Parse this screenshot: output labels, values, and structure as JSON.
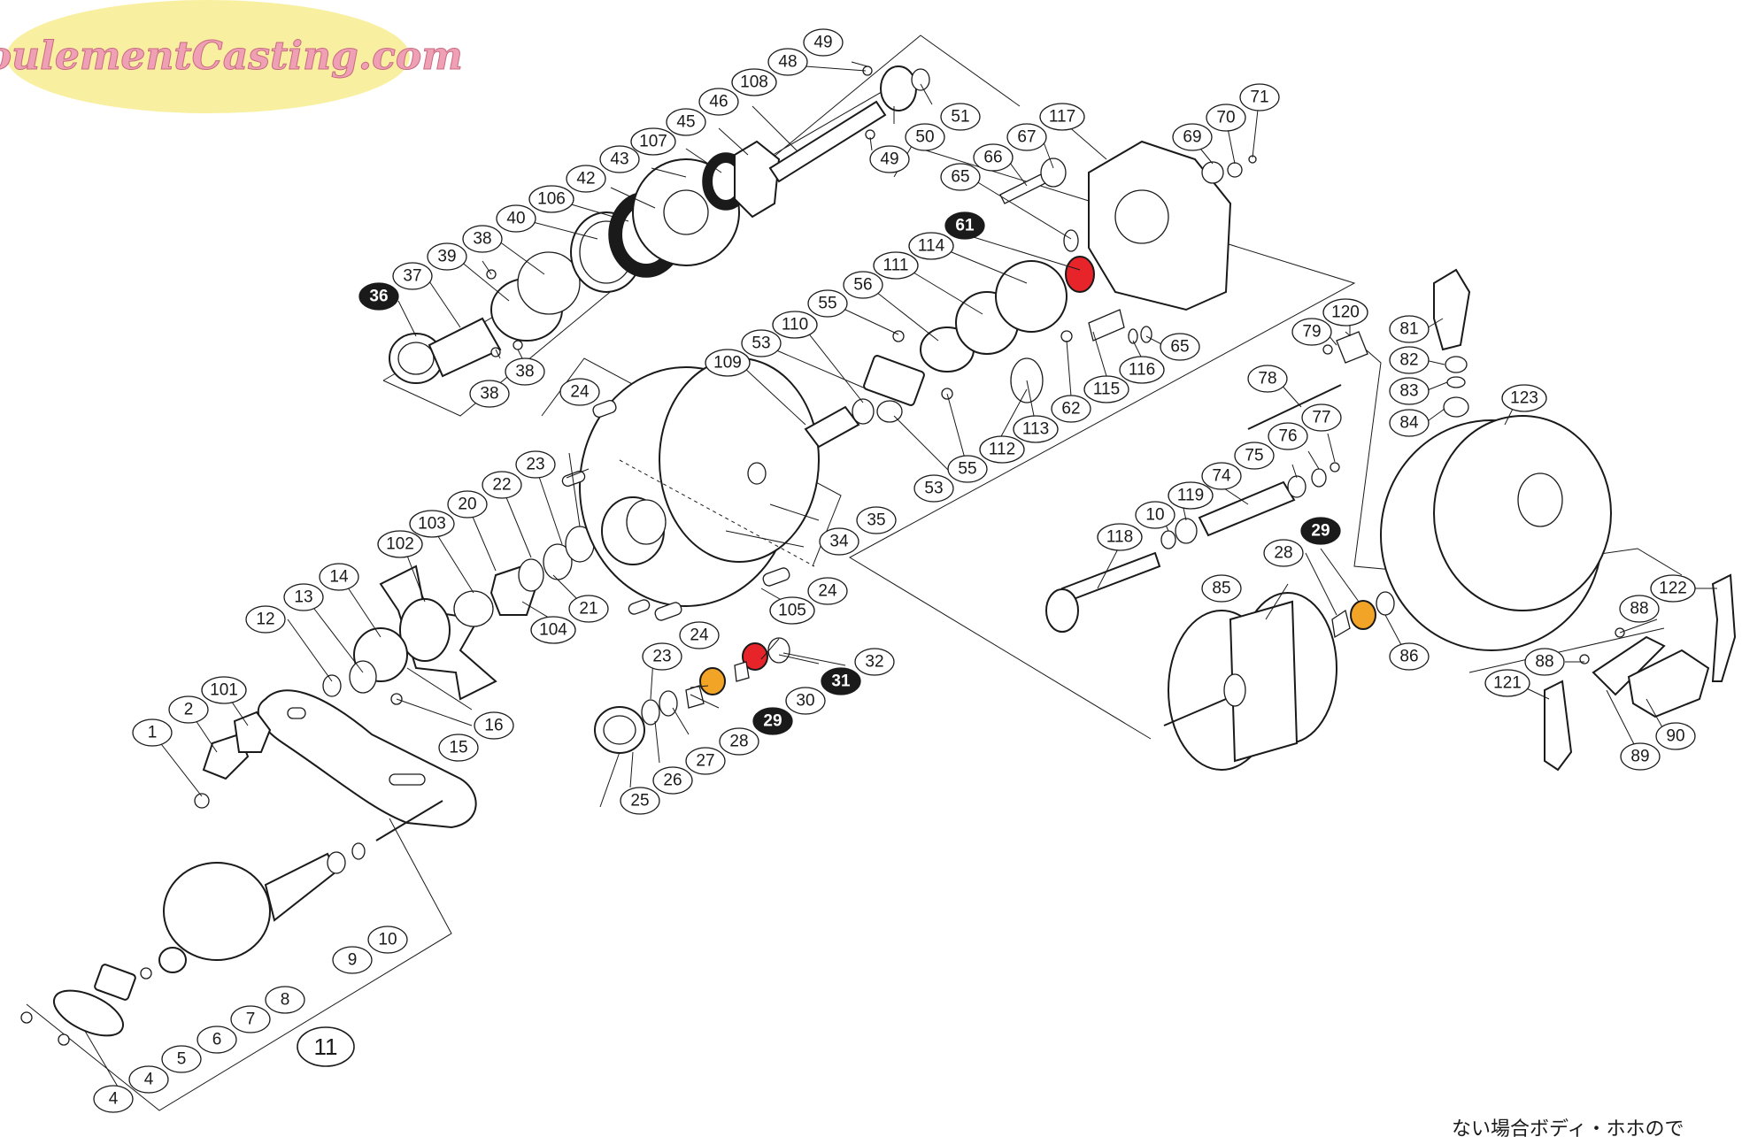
{
  "watermark": {
    "text": "RoulementCasting.com",
    "badge_color": "#f8f0a0",
    "text_color": "#f0a0b4"
  },
  "footer": {
    "text": "ない場合ボディ・ホホので"
  },
  "accent_colors": {
    "red_bearing": "#e8242b",
    "orange_bearing": "#f2a427",
    "callout_dark": "#1a1a1a"
  },
  "callouts": {
    "c1": "1",
    "c2": "2",
    "c4a": "4",
    "c4b": "4",
    "c5": "5",
    "c6": "6",
    "c7": "7",
    "c8": "8",
    "c9": "9",
    "c10a": "10",
    "c10b": "10",
    "c11": "11",
    "c12": "12",
    "c13": "13",
    "c14": "14",
    "c15": "15",
    "c16": "16",
    "c20": "20",
    "c21": "21",
    "c22": "22",
    "c23a": "23",
    "c23b": "23",
    "c24a": "24",
    "c24b": "24",
    "c24c": "24",
    "c25": "25",
    "c26": "26",
    "c27": "27",
    "c28a": "28",
    "c28b": "28",
    "c29a": "29",
    "c29b": "29",
    "c30": "30",
    "c31": "31",
    "c32": "32",
    "c34": "34",
    "c35": "35",
    "c36": "36",
    "c37": "37",
    "c38a": "38",
    "c38b": "38",
    "c38c": "38",
    "c39": "39",
    "c40": "40",
    "c42": "42",
    "c43": "43",
    "c45": "45",
    "c46": "46",
    "c48": "48",
    "c49a": "49",
    "c49b": "49",
    "c50": "50",
    "c51": "51",
    "c53a": "53",
    "c53b": "53",
    "c55a": "55",
    "c55b": "55",
    "c56": "56",
    "c61": "61",
    "c62": "62",
    "c65a": "65",
    "c65b": "65",
    "c66": "66",
    "c67": "67",
    "c69": "69",
    "c70": "70",
    "c71": "71",
    "c74": "74",
    "c75": "75",
    "c76": "76",
    "c77": "77",
    "c78": "78",
    "c79": "79",
    "c81": "81",
    "c82": "82",
    "c83": "83",
    "c84": "84",
    "c85": "85",
    "c86": "86",
    "c88a": "88",
    "c88b": "88",
    "c89": "89",
    "c90": "90",
    "c101": "101",
    "c102": "102",
    "c103": "103",
    "c104": "104",
    "c105": "105",
    "c106": "106",
    "c107": "107",
    "c108": "108",
    "c109": "109",
    "c110": "110",
    "c111": "111",
    "c112": "112",
    "c113": "113",
    "c114": "114",
    "c115": "115",
    "c116": "116",
    "c117": "117",
    "c118": "118",
    "c119": "119",
    "c120": "120",
    "c121": "121",
    "c122": "122",
    "c123": "123"
  }
}
